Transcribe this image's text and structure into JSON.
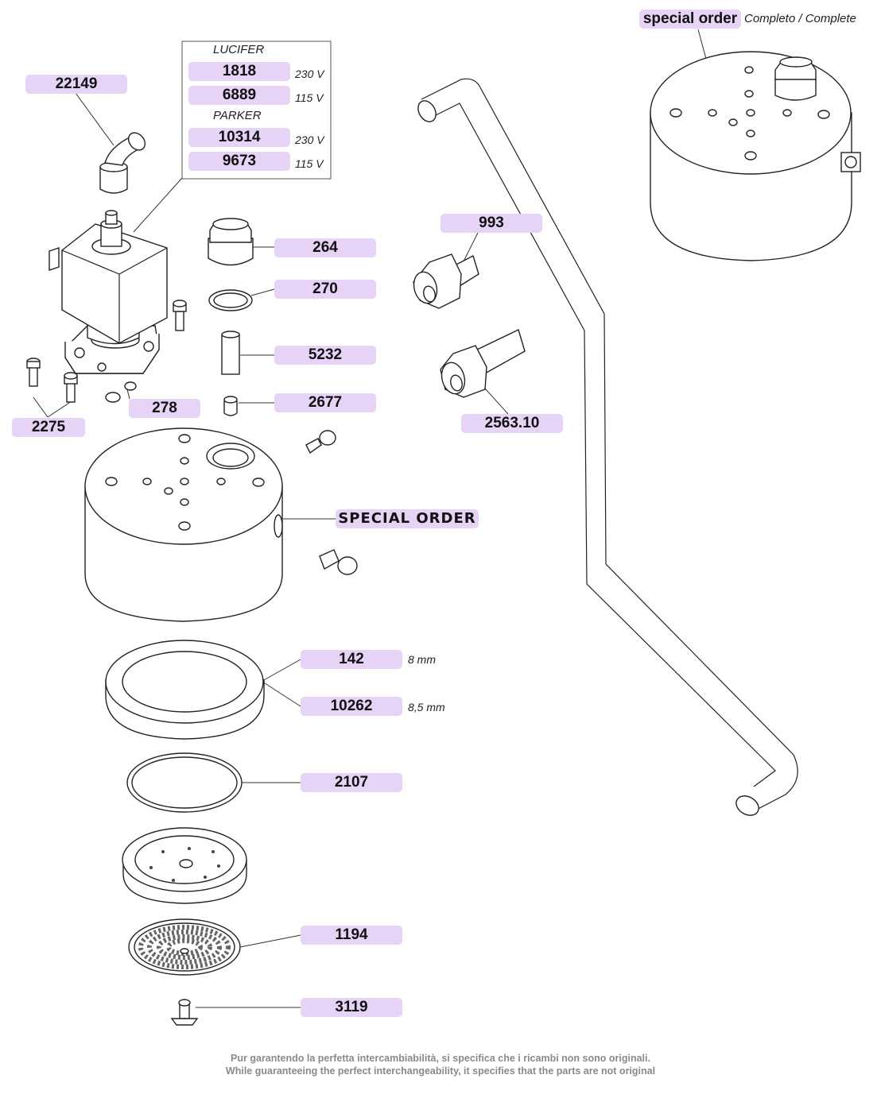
{
  "labels": {
    "p22149": "22149",
    "lucifer": "LUCIFER",
    "p1818": "1818",
    "v1818": "230 V",
    "p6889": "6889",
    "v6889": "115 V",
    "parker": "PARKER",
    "p10314": "10314",
    "v10314": "230 V",
    "p9673": "9673",
    "v9673": "115 V",
    "p264": "264",
    "p270": "270",
    "p993": "993",
    "p5232": "5232",
    "p2677": "2677",
    "p278": "278",
    "p2275": "2275",
    "p256310": "2563.10",
    "special_order_caps": "SPECIAL ORDER",
    "special_order": "special order",
    "complete_note": "Completo / Complete",
    "p142": "142",
    "n142": "8 mm",
    "p10262": "10262",
    "n10262": "8,5 mm",
    "p2107": "2107",
    "p1194": "1194",
    "p3119": "3119"
  },
  "footer": {
    "line1": "Pur garantendo la perfetta intercambiabilità, si specifica che i ricambi non sono originali.",
    "line2": "While guaranteeing the perfect interchangeability, it specifies that the parts are not original"
  },
  "colors": {
    "label_bg": "#e6d3f5",
    "line": "#222222",
    "footer_text": "#8a8a8a"
  }
}
